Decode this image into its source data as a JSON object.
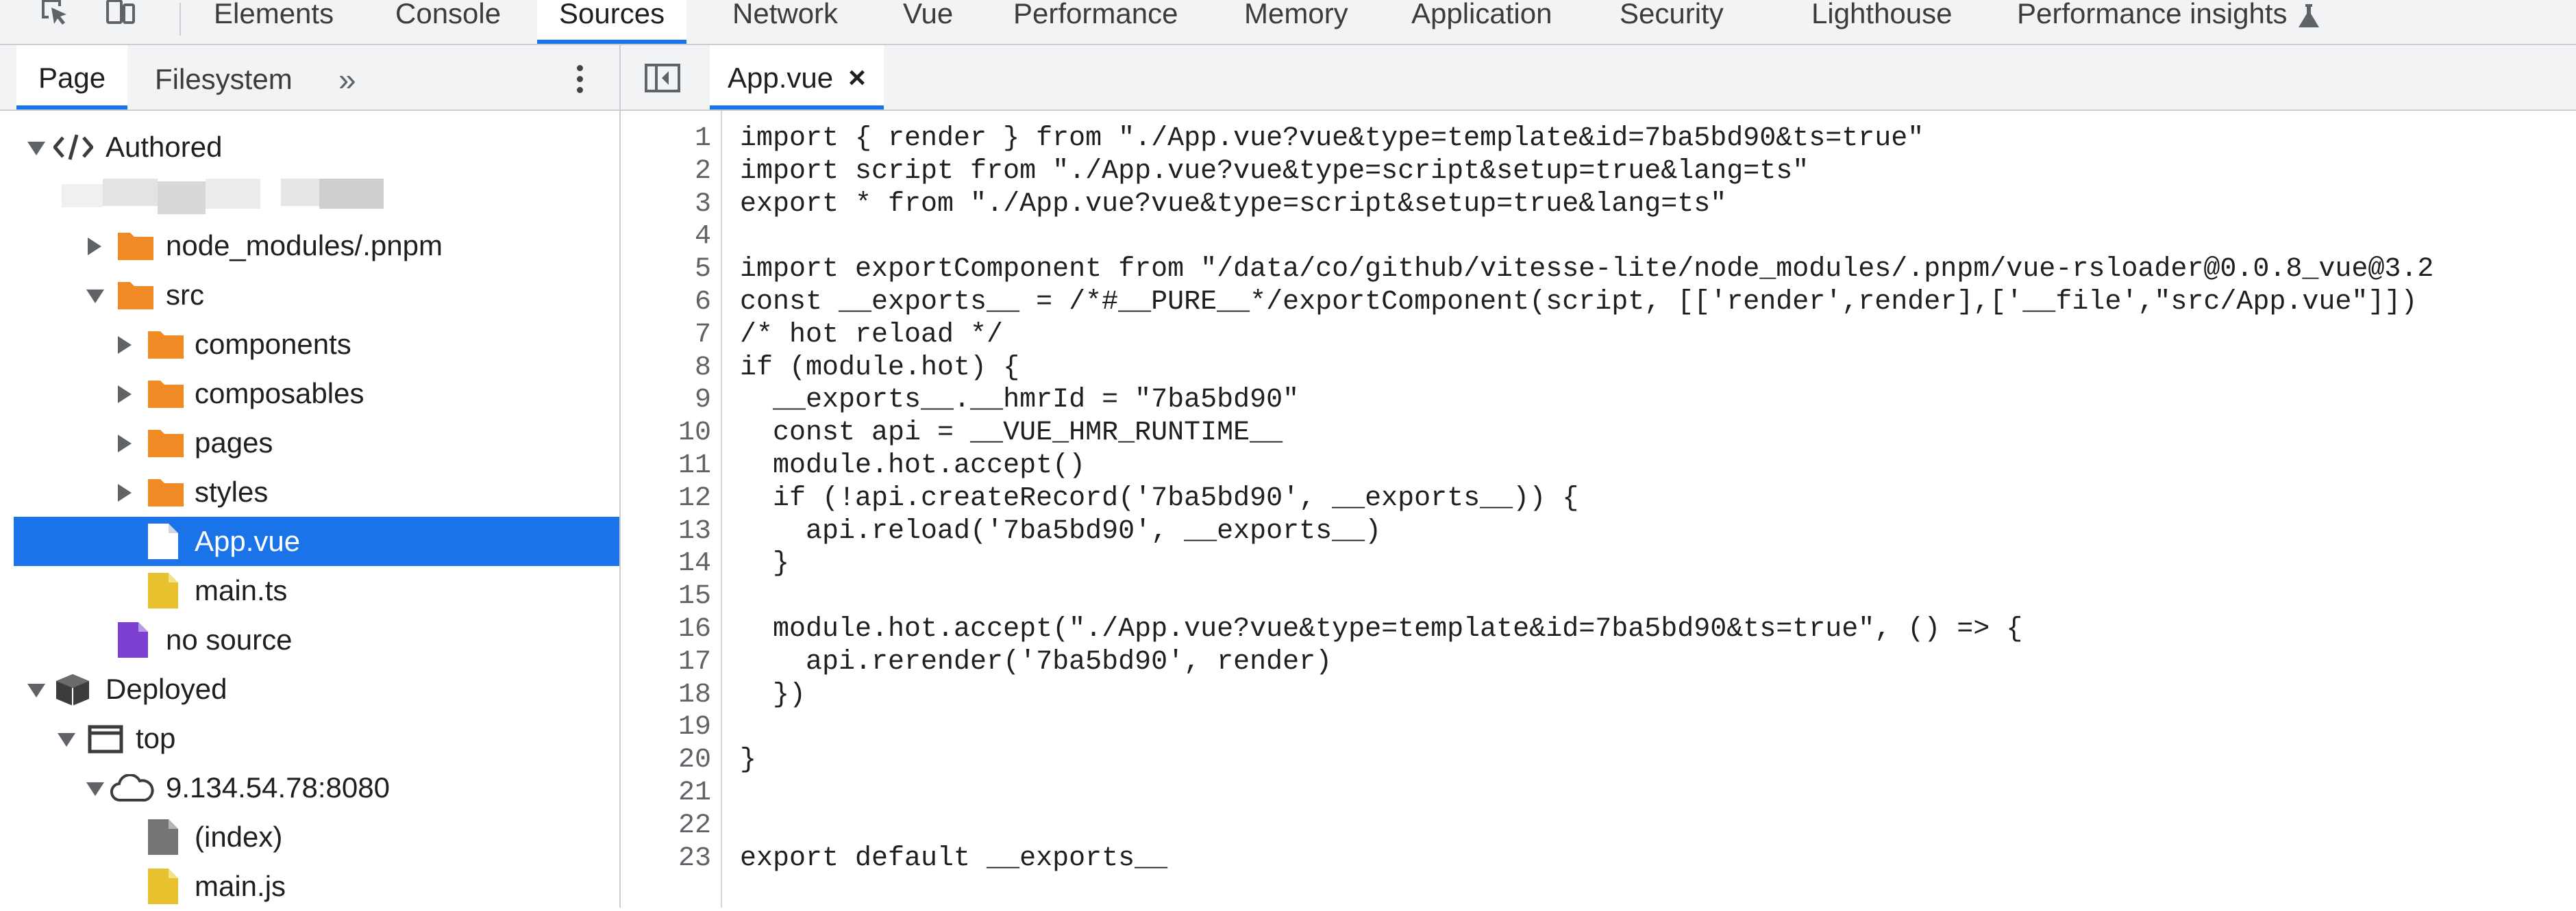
{
  "top_tabs": [
    "Elements",
    "Console",
    "Sources",
    "Network",
    "Vue",
    "Performance",
    "Memory",
    "Application",
    "Security",
    "Lighthouse",
    "Performance insights"
  ],
  "active_top_tab": "Sources",
  "navigator": {
    "tabs": [
      "Page",
      "Filesystem"
    ],
    "more_symbol": "»",
    "tree": {
      "authored": "Authored",
      "node_modules": "node_modules/.pnpm",
      "src": "src",
      "components": "components",
      "composables": "composables",
      "pages": "pages",
      "styles": "styles",
      "app_vue": "App.vue",
      "main_ts": "main.ts",
      "no_source": "no source",
      "deployed": "Deployed",
      "top": "top",
      "host": "9.134.54.78:8080",
      "index": "(index)",
      "main_js": "main.js"
    }
  },
  "editor": {
    "file_tab": "App.vue",
    "close_symbol": "×",
    "line_numbers": [
      "1",
      "2",
      "3",
      "4",
      "5",
      "6",
      "7",
      "8",
      "9",
      "10",
      "11",
      "12",
      "13",
      "14",
      "15",
      "16",
      "17",
      "18",
      "19",
      "20",
      "21",
      "22",
      "23"
    ],
    "lines": [
      "import { render } from \"./App.vue?vue&type=template&id=7ba5bd90&ts=true\"",
      "import script from \"./App.vue?vue&type=script&setup=true&lang=ts\"",
      "export * from \"./App.vue?vue&type=script&setup=true&lang=ts\"",
      "",
      "import exportComponent from \"/data/co/github/vitesse-lite/node_modules/.pnpm/vue-rsloader@0.0.8_vue@3.2",
      "const __exports__ = /*#__PURE__*/exportComponent(script, [['render',render],['__file',\"src/App.vue\"]])",
      "/* hot reload */",
      "if (module.hot) {",
      "  __exports__.__hmrId = \"7ba5bd90\"",
      "  const api = __VUE_HMR_RUNTIME__",
      "  module.hot.accept()",
      "  if (!api.createRecord('7ba5bd90', __exports__)) {",
      "    api.reload('7ba5bd90', __exports__)",
      "  }",
      "",
      "  module.hot.accept(\"./App.vue?vue&type=template&id=7ba5bd90&ts=true\", () => {",
      "    api.rerender('7ba5bd90', render)",
      "  })",
      "",
      "}",
      "",
      "",
      "export default __exports__"
    ]
  },
  "colors": {
    "accent": "#1a73e8",
    "folder": "#f08a24",
    "ts_file": "#e8c22e",
    "no_source": "#7c3fd0",
    "deployed_file": "#757575"
  }
}
